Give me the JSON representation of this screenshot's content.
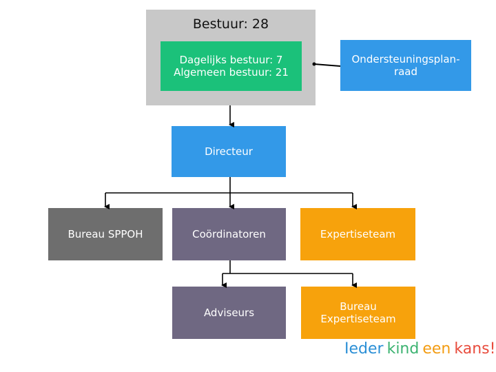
{
  "boxes": {
    "bestuur_title": "Bestuur: 28",
    "bestuur_inner": "Dagelijks bestuur: 7\nAlgemeen bestuur: 21",
    "ondersteuning": "Ondersteuningsplan-\nraad",
    "directeur": "Directeur",
    "bureau_sppoh": "Bureau SPPOH",
    "coordinatoren": "Coördinatoren",
    "expertiseteam": "Expertiseteam",
    "adviseurs": "Adviseurs",
    "bureau_expertise": "Bureau\nExpertiseteam"
  },
  "slogan": {
    "words": [
      "Ieder",
      "kind",
      "een",
      "kans!"
    ],
    "colors": [
      "#2b8fd6",
      "#3cb371",
      "#f39c12",
      "#e84c3d"
    ]
  },
  "colors": {
    "bestuur_bg": "#c8c8c8",
    "green": "#1bc17a",
    "blue": "#3399e8",
    "grey": "#6e6e6e",
    "purple": "#6f6882",
    "orange": "#f7a20c"
  }
}
